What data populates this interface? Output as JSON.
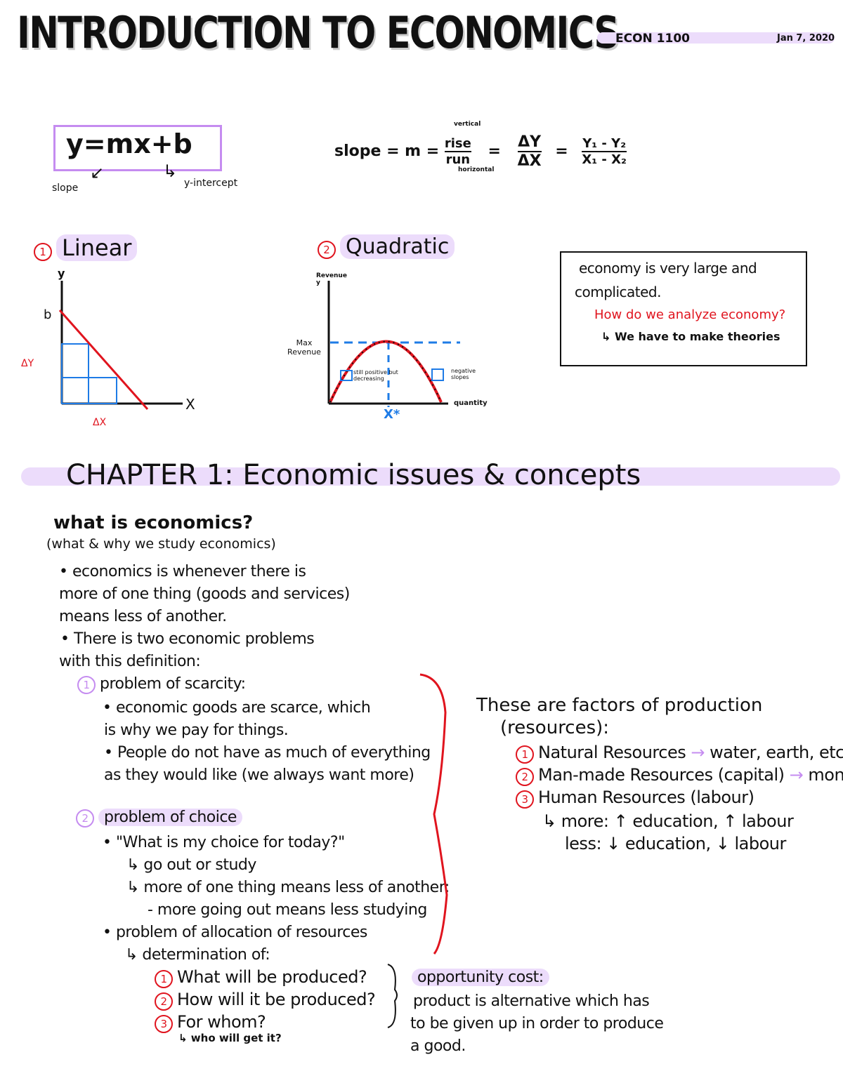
{
  "header": {
    "title": "INTRODUCTION TO ECONOMICS",
    "course": "ECON 1100",
    "date": "Jan 7, 2020"
  },
  "equation": {
    "formula": "y=mx+b",
    "slope_label": "slope",
    "intercept_label": "y-intercept"
  },
  "slope_formula": {
    "lhs": "slope = m =",
    "rise": "rise",
    "run": "run",
    "vertical": "vertical",
    "horizontal": "horizontal",
    "delta_y": "ΔY",
    "delta_x": "ΔX",
    "num": "Y₁ - Y₂",
    "den": "X₁ - X₂"
  },
  "linear": {
    "number": "1",
    "title": "Linear",
    "y_axis": "y",
    "x_axis": "X",
    "b_label": "b",
    "dy_label": "ΔY",
    "dx_label": "ΔX"
  },
  "quadratic": {
    "number": "2",
    "title": "Quadratic",
    "y_axis": "Revenue y",
    "x_axis": "quantity",
    "max_label": "Max Revenue",
    "left_note": "still positive but decreasing",
    "right_note": "negative slopes",
    "xstar": "X*"
  },
  "note_box": {
    "line1": "economy is very large and",
    "line2": "complicated.",
    "question": "How do we analyze economy?",
    "answer": "We have to make theories"
  },
  "chapter": {
    "title": "CHAPTER 1: Economic issues & concepts"
  },
  "what_is": {
    "heading": "what is economics?",
    "sub": "(what & why we study economics)",
    "lines": [
      "• economics is whenever there is",
      "more of one thing (goods and services)",
      "means less of another.",
      "• There is two economic problems",
      "with this definition:"
    ]
  },
  "scarcity": {
    "number": "1",
    "title": "problem of scarcity:",
    "lines": [
      "• economic goods are scarce, which",
      "is why we pay for things.",
      "• People do not have as much of everything",
      "as they would like (we always want more)"
    ]
  },
  "choice": {
    "number": "2",
    "title": "problem of choice",
    "lines": [
      "• \"What is my choice for today?\"",
      "↳ go out or study",
      "↳ more of one thing means less of another:",
      "- more going out means less studying"
    ]
  },
  "allocation": {
    "title": "• problem of allocation of resources",
    "sub": "↳ determination of:",
    "items": [
      {
        "n": "1",
        "t": "What will be produced?"
      },
      {
        "n": "2",
        "t": "How will it be produced?"
      },
      {
        "n": "3",
        "t": "For whom?"
      }
    ],
    "whom_note": "↳ who will get it?"
  },
  "factors": {
    "heading": "These are factors of production",
    "sub": "(resources):",
    "items": [
      {
        "n": "1",
        "t": "Natural Resources",
        "arrow": "→",
        "ex": "water, earth, etc."
      },
      {
        "n": "2",
        "t": "Man-made Resources (capital)",
        "arrow": "→",
        "ex": "money"
      },
      {
        "n": "3",
        "t": "Human Resources (labour)",
        "arrow": "",
        "ex": ""
      }
    ],
    "more": "↳ more: ↑ education, ↑ labour",
    "less": "less: ↓ education, ↓ labour"
  },
  "opportunity": {
    "title": "opportunity cost:",
    "lines": [
      "product is alternative which has",
      "to be given up in order to produce",
      "a good."
    ]
  },
  "colors": {
    "accent_red": "#e0141e",
    "highlight_purple": "#ecdcfb",
    "blue": "#1e7be6"
  }
}
